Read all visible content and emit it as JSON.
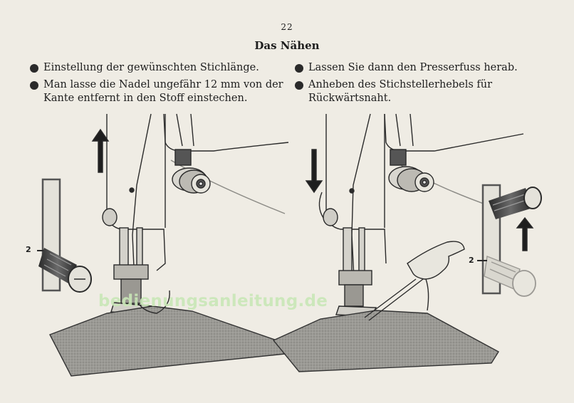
{
  "page_number": "22",
  "title": "Das Nähen",
  "left_column": [
    {
      "text": "Einstellung der gewünschten Stichlänge."
    },
    {
      "text": "Man lasse die Nadel ungefähr 12 mm von der Kante entfernt in den Stoff einstechen."
    }
  ],
  "right_column": [
    {
      "text": "Lassen Sie dann den Presserfuss herab."
    },
    {
      "text": "Anheben des Stichstellerhebels für Rückwärtsnaht."
    }
  ],
  "callout_left": "2",
  "callout_right": "2",
  "watermark": "bedienungsanleitung.de",
  "colors": {
    "ink": "#1e1e1e",
    "paper": "#efece4",
    "watermark": "#c9e7b7"
  }
}
